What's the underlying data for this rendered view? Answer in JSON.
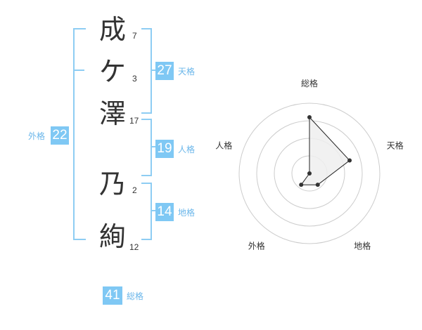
{
  "name": {
    "characters": [
      {
        "char": "成",
        "strokes": "7"
      },
      {
        "char": "ケ",
        "strokes": "3"
      },
      {
        "char": "澤",
        "strokes": "17"
      },
      {
        "char": "乃",
        "strokes": "2"
      },
      {
        "char": "絢",
        "strokes": "12"
      }
    ]
  },
  "fortune": {
    "tenkaku": {
      "value": "27",
      "label": "天格"
    },
    "jinkaku": {
      "value": "19",
      "label": "人格"
    },
    "chikaku": {
      "value": "14",
      "label": "地格"
    },
    "gaikaku": {
      "value": "22",
      "label": "外格"
    },
    "soukaku": {
      "value": "41",
      "label": "総格"
    }
  },
  "chart_data": {
    "type": "radar",
    "axes": [
      "総格",
      "天格",
      "地格",
      "外格",
      "人格"
    ],
    "values": [
      4,
      3,
      1,
      1,
      0
    ],
    "rmax": 5,
    "rings": 4,
    "colors": {
      "fill": "#efefef",
      "line": "#222222",
      "ring": "#cccccc",
      "point": "#333333",
      "center": "#bbbbbb"
    }
  },
  "colors": {
    "accent": "#7fc8f4",
    "bracket": "#8ecdf3"
  }
}
